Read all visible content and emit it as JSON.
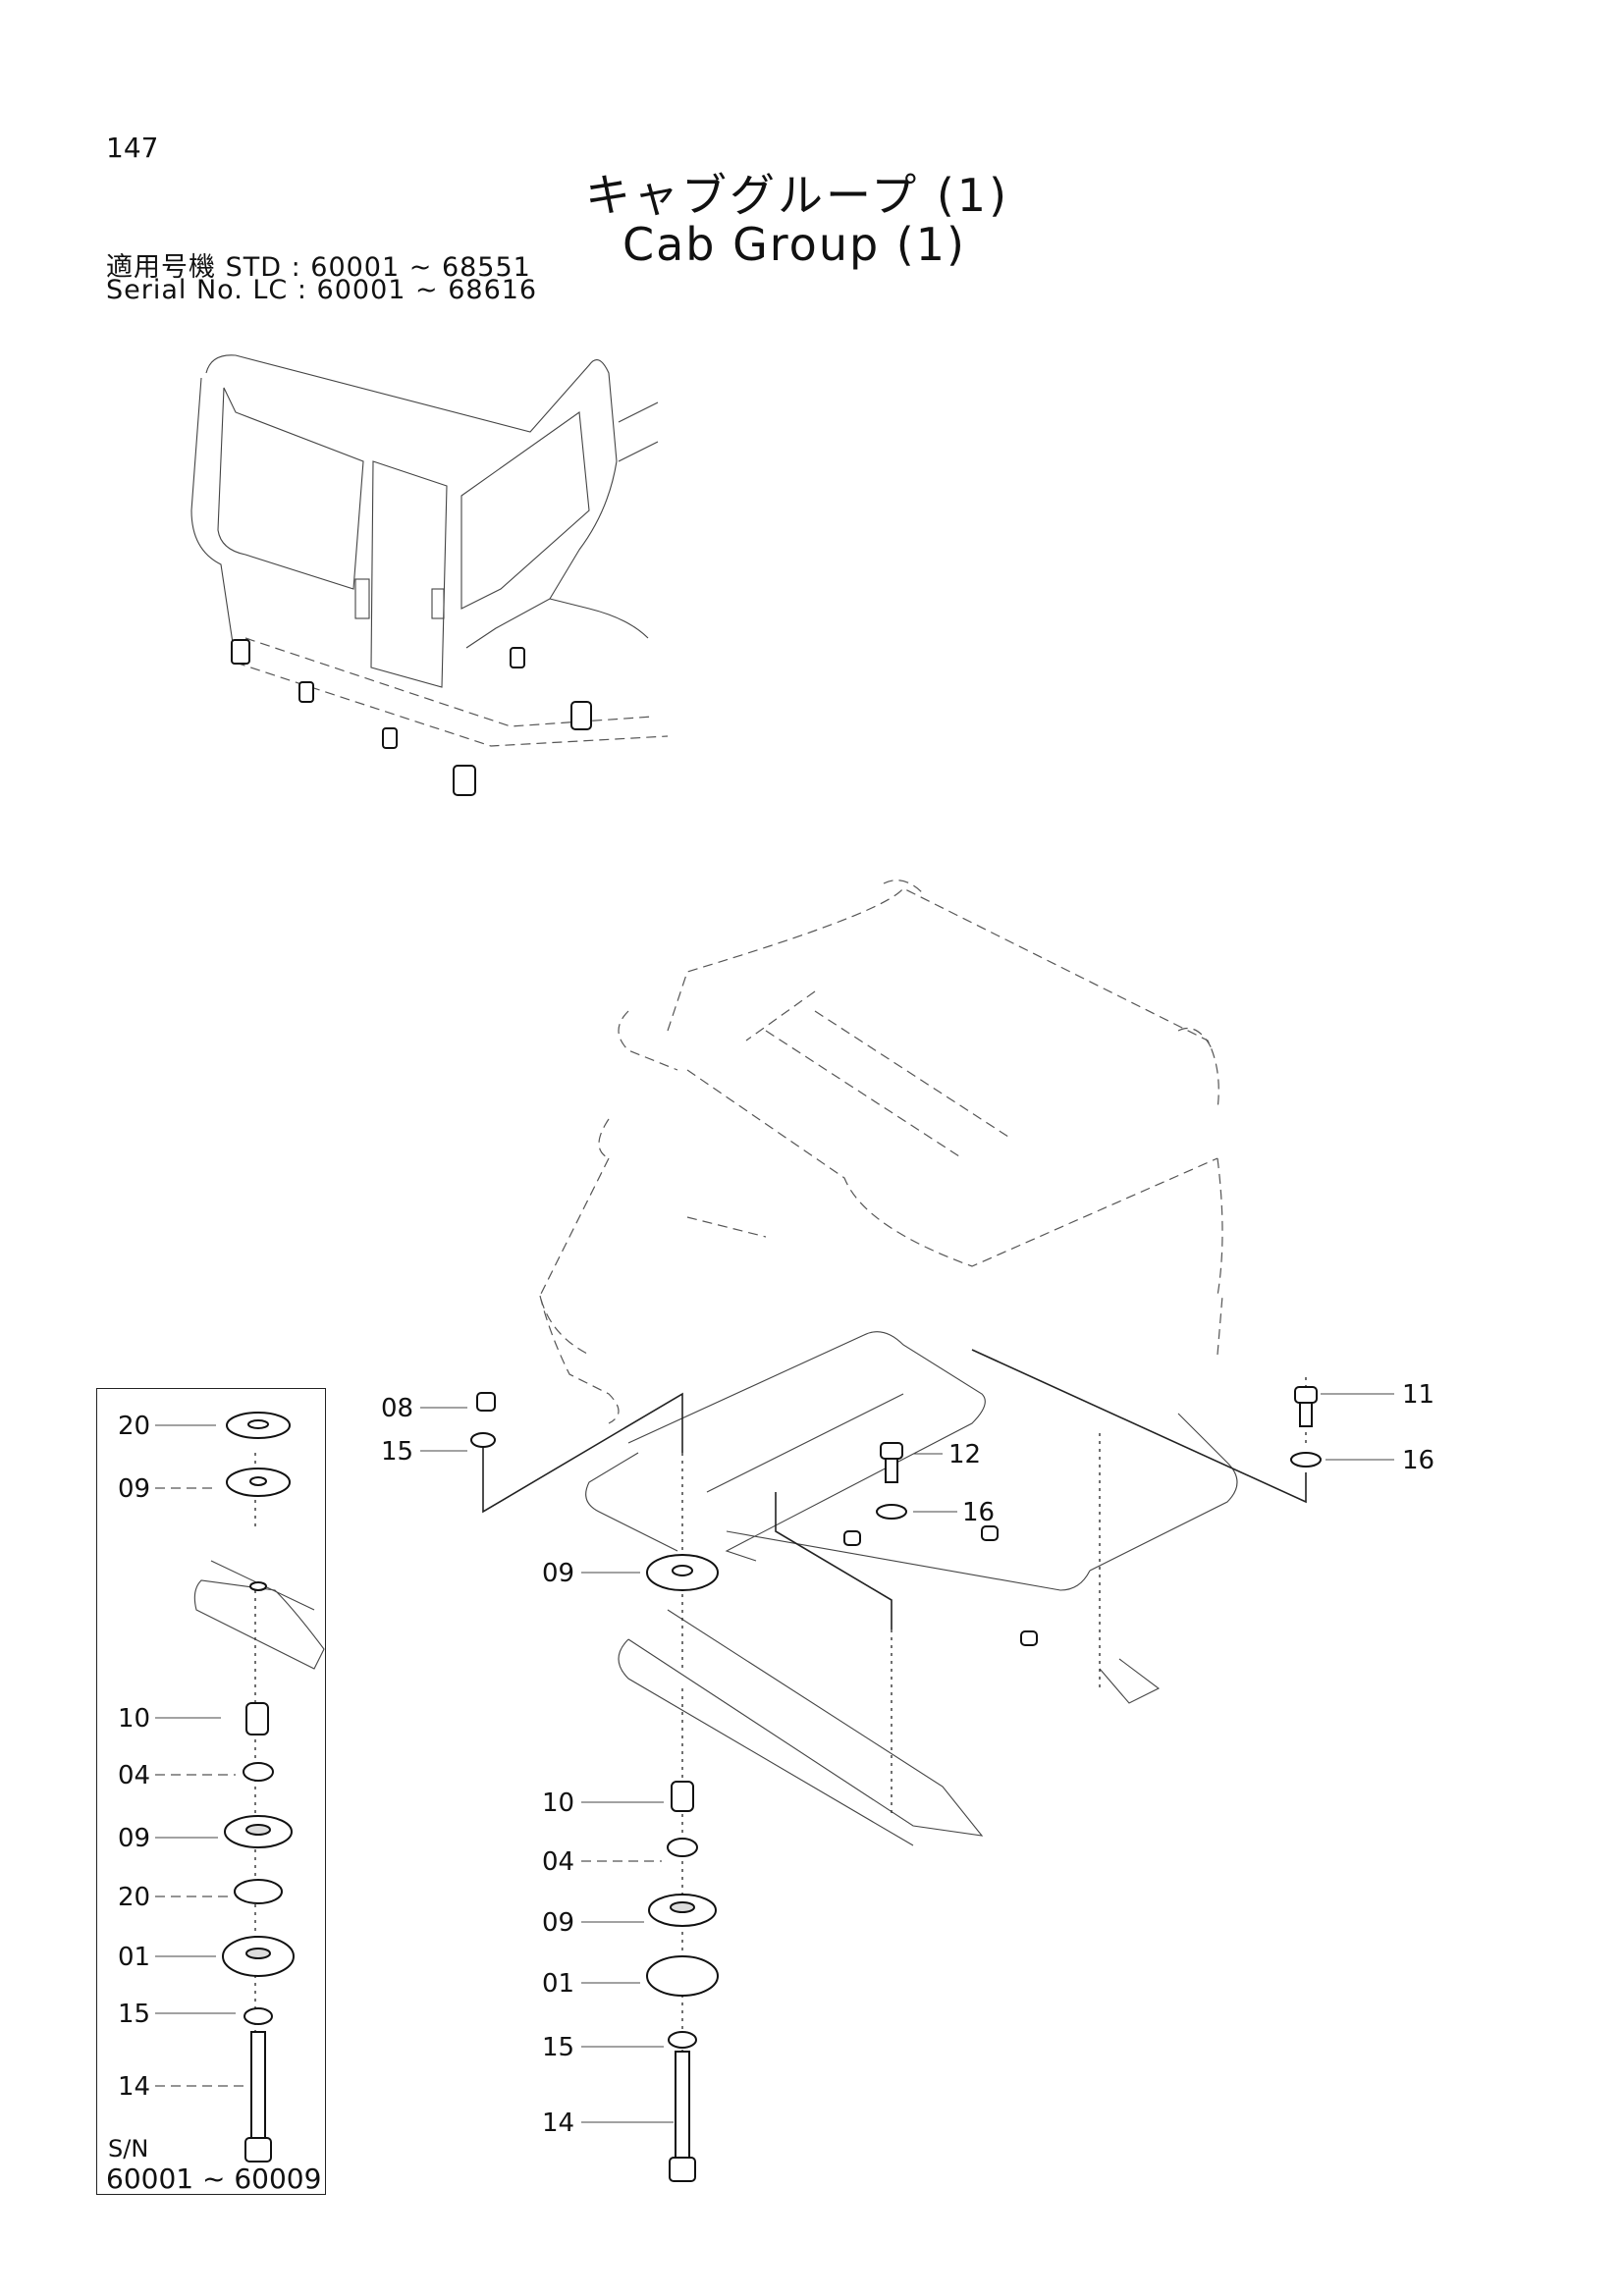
{
  "page_number": "147",
  "title_jp": "キャブグループ (1)",
  "title_en": "Cab Group (1)",
  "serial_line1": "適用号機 STD : 60001 ~ 68551",
  "serial_line2": "Serial No. LC   : 60001 ~ 68616",
  "inset": {
    "labels": [
      "20",
      "09",
      "10",
      "04",
      "09",
      "20",
      "01",
      "15",
      "14"
    ],
    "sn_label": "S/N",
    "sn_range": "60001 ~ 60009"
  },
  "main_labels": {
    "l08": "08",
    "l15a": "15",
    "l09": "09",
    "l10": "10",
    "l04": "04",
    "l09b": "09",
    "l01": "01",
    "l15b": "15",
    "l14": "14",
    "l12": "12",
    "l16a": "16",
    "l11": "11",
    "l16b": "16"
  }
}
